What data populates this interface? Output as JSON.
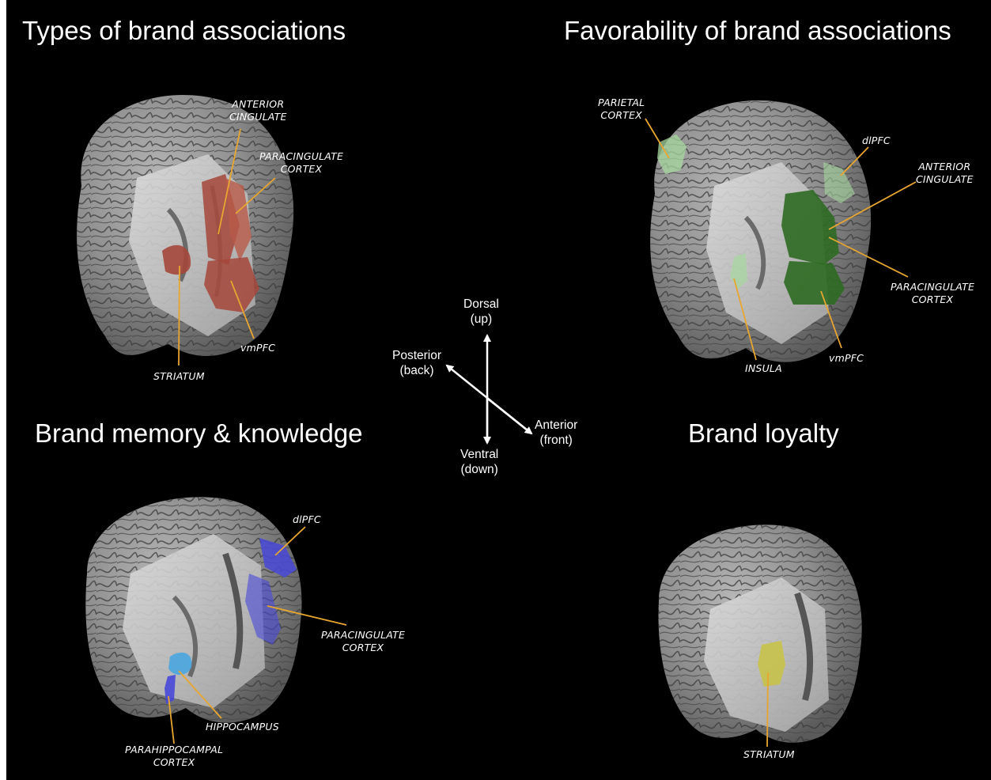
{
  "panels": {
    "types": {
      "title": "Types of brand associations",
      "labels": {
        "anterior_cingulate": "ANTERIOR\nCINGULATE",
        "paracingulate": "PARACINGULATE\nCORTEX",
        "striatum": "STRIATUM",
        "vmpfc": "vmPFC"
      },
      "region_color": "#a5473a"
    },
    "favorability": {
      "title": "Favorability of brand associations",
      "labels": {
        "parietal": "PARIETAL\nCORTEX",
        "dlpfc": "dlPFC",
        "anterior_cingulate": "ANTERIOR\nCINGULATE",
        "paracingulate": "PARACINGULATE\nCORTEX",
        "insula": "INSULA",
        "vmpfc": "vmPFC"
      },
      "region_colors": {
        "light": "#a8d8a0",
        "dark": "#2f6a22"
      }
    },
    "memory": {
      "title": "Brand memory & knowledge",
      "labels": {
        "dlpfc": "dlPFC",
        "paracingulate": "PARACINGULATE\nCORTEX",
        "hippocampus": "HIPPOCAMPUS",
        "parahippocampal": "PARAHIPPOCAMPAL\nCORTEX"
      },
      "region_colors": {
        "blue": "#4848d8",
        "light_blue": "#4aa6e0"
      }
    },
    "loyalty": {
      "title": "Brand loyalty",
      "labels": {
        "striatum": "STRIATUM"
      },
      "region_color": "#c8c24a"
    }
  },
  "orientation": {
    "dorsal": "Dorsal\n(up)",
    "ventral": "Ventral\n(down)",
    "posterior": "Posterior\n(back)",
    "anterior": "Anterior\n(front)"
  },
  "colors": {
    "background": "#000000",
    "leader_line": "#e8a630",
    "text": "#ffffff"
  }
}
